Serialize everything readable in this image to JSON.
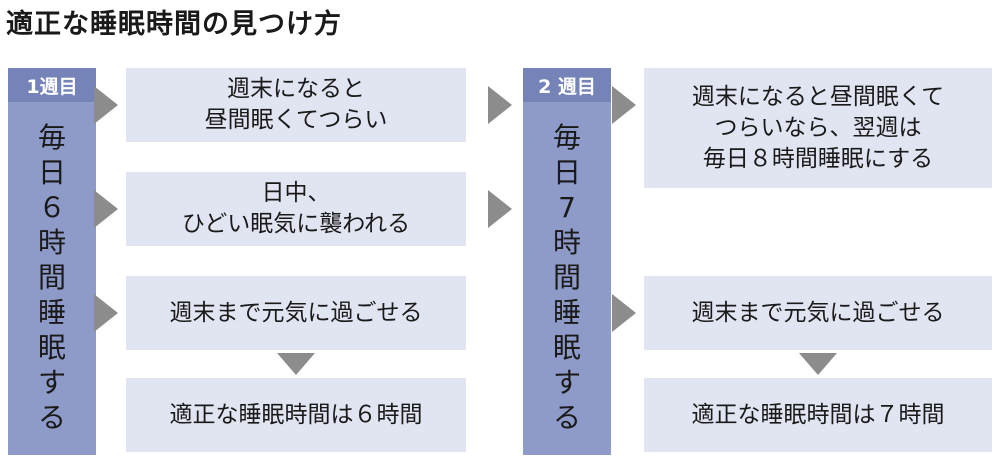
{
  "title": "適正な睡眠時間の見つけ方",
  "week1": {
    "header": "1週目",
    "body": "毎日６時間睡眠する",
    "boxes": [
      "週末になると\n昼間眠くてつらい",
      "日中、\nひどい眠気に襲われる",
      "週末まで元気に過ごせる",
      "適正な睡眠時間は６時間"
    ]
  },
  "week2": {
    "header": "2 週目",
    "body": "毎日7時間睡眠する",
    "boxes": [
      "週末になると昼間眠くて\nつらいなら、翌週は\n毎日８時間睡眠にする",
      "週末まで元気に過ごせる",
      "適正な睡眠時間は７時間"
    ]
  },
  "colors": {
    "column": "#8e9ac7",
    "column_header": "#7683b8",
    "box": "#e1e4f1",
    "arrow": "#8c8c8c"
  }
}
